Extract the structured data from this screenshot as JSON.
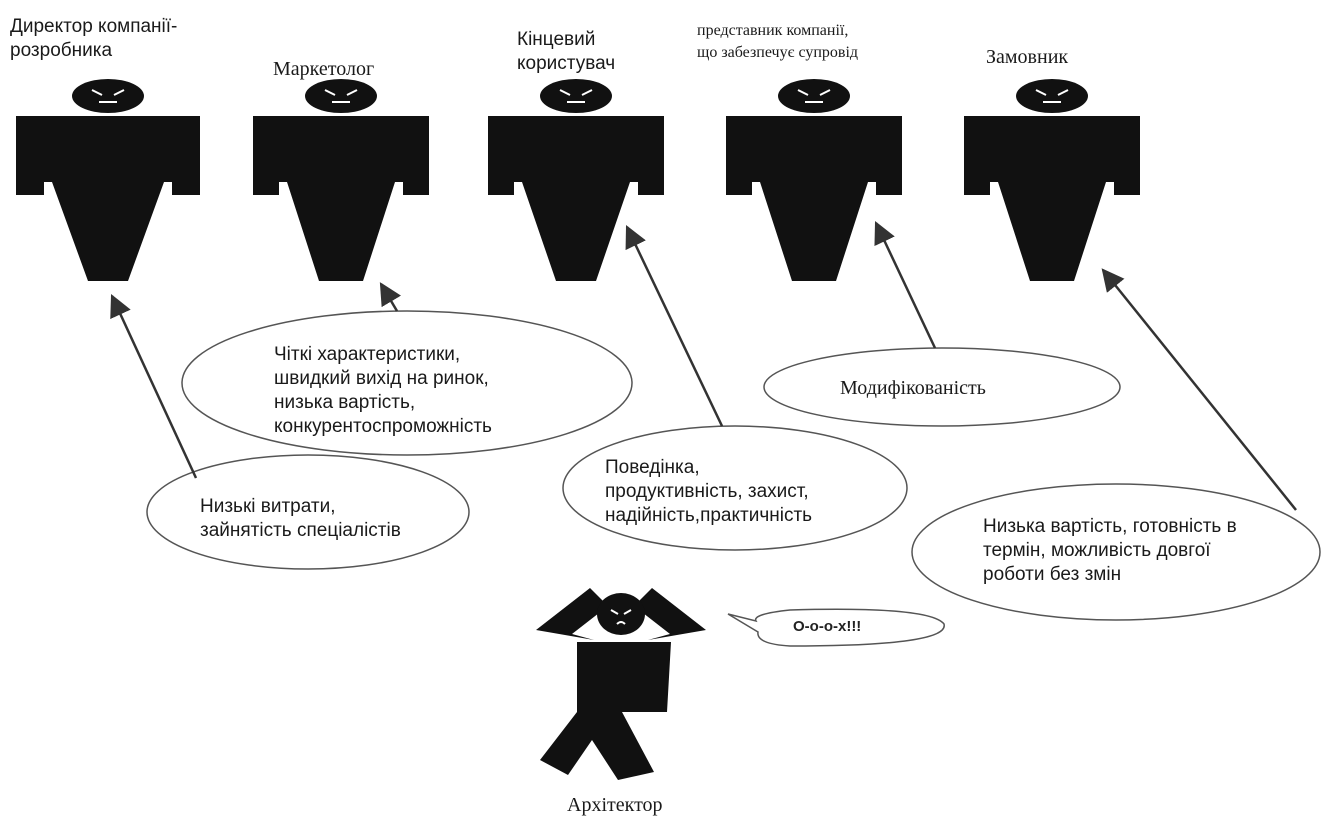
{
  "stakeholders": [
    {
      "role": "Директор компанії-\nрозробника"
    },
    {
      "role": "Маркетолог"
    },
    {
      "role": "Кінцевий\nкористувач"
    },
    {
      "role": "представник компанії,\nщо забезпечує супровід"
    },
    {
      "role": "Замовник"
    }
  ],
  "bubbles": [
    {
      "text": "Низькі витрати,\nзайнятість спеціалістів"
    },
    {
      "text": "Чіткі характеристики,\nшвидкий вихід на ринок,\nнизька вартість,\nконкурентоспроможність"
    },
    {
      "text": "Поведінка,\nпродуктивність, захист,\nнадійність,практичність"
    },
    {
      "text": "Модифікованість"
    },
    {
      "text": "Низька вартість, готовність в\nтермін, можливість довгої\nроботи без змін"
    }
  ],
  "architect": {
    "label": "Архітектор",
    "shout": "О-о-о-х!!!"
  }
}
